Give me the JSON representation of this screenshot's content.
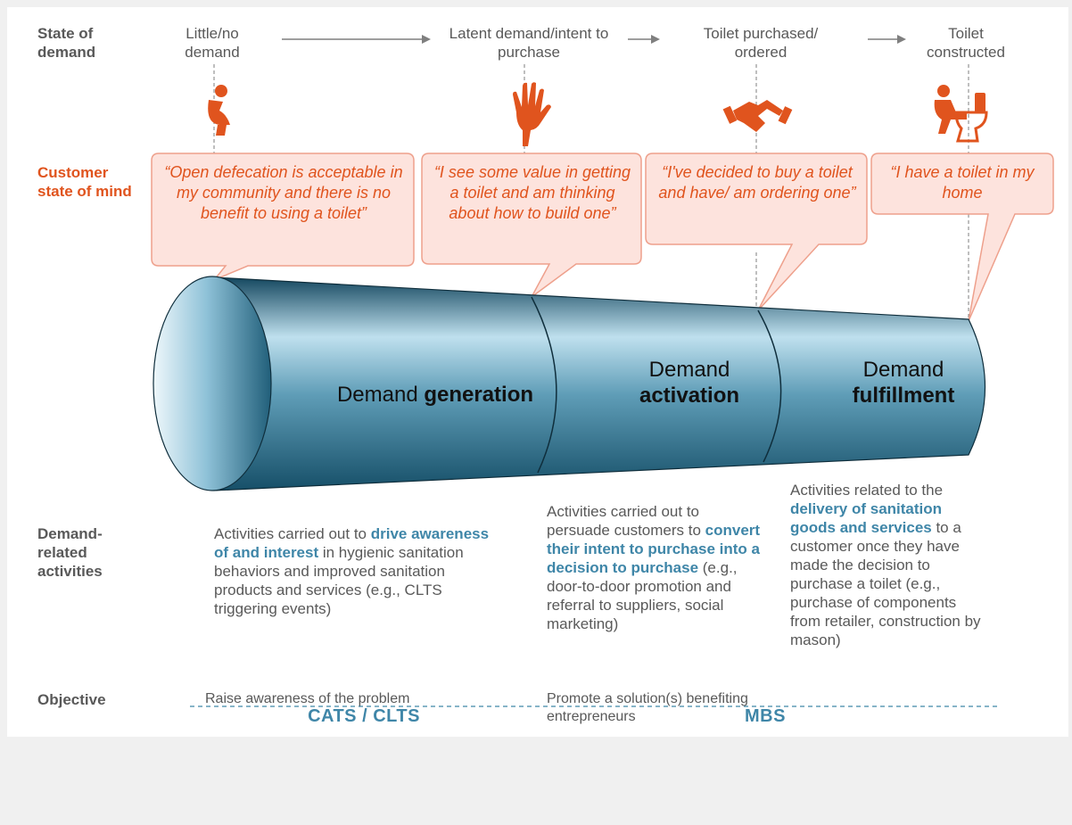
{
  "row_labels": {
    "state_of_demand": "State of demand",
    "customer_state_of_mind": "Customer state of mind",
    "demand_related_activities": "Demand-related activities",
    "objective": "Objective"
  },
  "stages": [
    {
      "label": "Little/no demand",
      "icon": "squatting-person-icon"
    },
    {
      "label": "Latent demand/intent to purchase",
      "icon": "raised-hand-icon"
    },
    {
      "label": "Toilet purchased/ ordered",
      "icon": "handshake-icon"
    },
    {
      "label": "Toilet constructed",
      "icon": "person-on-toilet-icon"
    }
  ],
  "quotes": [
    "“Open defecation is acceptable in my community and there is no benefit to using a toilet”",
    "“I see some value in getting a toilet and am thinking about how to build one”",
    "“I've decided to buy a toilet and have/ am ordering one”",
    "“I have a toilet in my home"
  ],
  "segments": [
    {
      "pre": "Demand ",
      "bold": "generation"
    },
    {
      "pre": "Demand",
      "bold": "activation"
    },
    {
      "pre": "Demand",
      "bold": "fulfillment"
    }
  ],
  "activities": [
    {
      "a": "Activities carried out to ",
      "hl": "drive awareness of and interest",
      "b": " in hygienic sanitation behaviors and improved sanitation products and services (e.g., CLTS triggering events)"
    },
    {
      "a": "Activities carried out to persuade customers to ",
      "hl": "convert their intent to purchase into a decision to purchase",
      "b": " (e.g., door-to-door promotion and referral to suppliers, social marketing)"
    },
    {
      "a": "Activities related to the ",
      "hl": "delivery of sanitation goods and services",
      "b": " to a customer once they have made the decision to purchase a toilet (e.g., purchase of components from retailer, construction by mason)"
    }
  ],
  "objectives": [
    "Raise awareness of the problem",
    "Promote a solution(s) benefiting entrepreneurs"
  ],
  "groups": [
    "CATS / CLTS",
    "MBS"
  ],
  "colors": {
    "accent_orange": "#e0541e",
    "accent_blue": "#3f86a8",
    "bubble_fill": "#fde3dd",
    "bubble_stroke": "#eea08c",
    "text_gray": "#595959"
  }
}
